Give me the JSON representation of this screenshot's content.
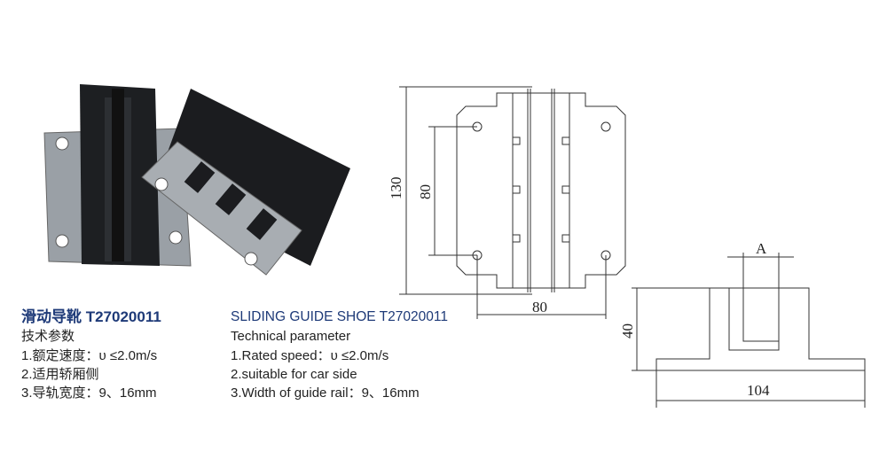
{
  "cn": {
    "title": "滑动导靴 T27020011",
    "subtitle": "技术参数",
    "items": [
      "1.额定速度：υ ≤2.0m/s",
      "2.适用轿厢侧",
      "3.导轨宽度：9、16mm"
    ]
  },
  "en": {
    "title": "SLIDING GUIDE SHOE T27020011",
    "subtitle": "Technical parameter",
    "items": [
      "1.Rated speed：υ ≤2.0m/s",
      "2.suitable for car side",
      "3.Width of guide rail：9、16mm"
    ]
  },
  "drawing": {
    "height_total": "130",
    "hole_spacing_v": "80",
    "hole_spacing_h": "80",
    "slot_label": "A",
    "height_side": "40",
    "width_side": "104"
  }
}
